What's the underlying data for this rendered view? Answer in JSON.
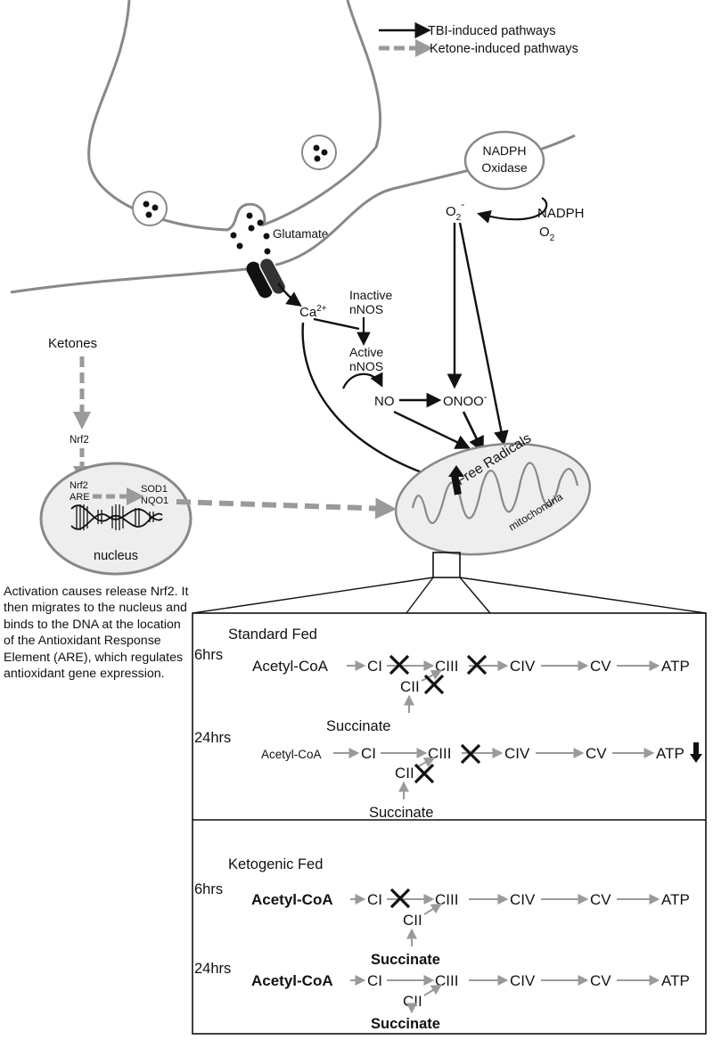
{
  "legend": {
    "tbi": "TBI-induced pathways",
    "ketone": "Ketone-induced pathways"
  },
  "labels": {
    "glutamate": "Glutamate",
    "nadph_oxidase_line1": "NADPH",
    "nadph_oxidase_line2": "Oxidase",
    "o2_minus": "O",
    "o2_minus_sub": "2",
    "o2_minus_sup": "-",
    "nadph": "NADPH",
    "o2": "O",
    "o2_sub": "2",
    "ca": "Ca",
    "ca_sup": "2+",
    "inactive_line1": "Inactive",
    "inactive_line2": "nNOS",
    "active_line1": "Active",
    "active_line2": "nNOS",
    "no": "NO",
    "onoo": "ONOO",
    "onoo_sup": "-",
    "ketones": "Ketones",
    "nrf2": "Nrf2",
    "nrf2_inner": "Nrf2",
    "are": "ARE",
    "sod1": "SOD1",
    "nqo1": "NQO1",
    "nucleus": "nucleus",
    "free_radicals": "Free Radicals",
    "mitochondria": "mitochondria"
  },
  "note": "Activation causes release Nrf2. It then migrates to the nucleus and binds to the DNA at the location of the Antioxidant Response Element (ARE), which regulates antioxidant gene expression.",
  "panels": {
    "standard": {
      "title": "Standard Fed",
      "row6": {
        "time": "6hrs",
        "acetyl": "Acetyl-CoA",
        "ci": "CI",
        "ciii": "CIII",
        "civ": "CIV",
        "cv": "CV",
        "atp": "ATP",
        "cii": "CII",
        "succinate": "Succinate"
      },
      "row24": {
        "time": "24hrs",
        "acetyl": "Acetyl-CoA",
        "ci": "CI",
        "ciii": "CIII",
        "civ": "CIV",
        "cv": "CV",
        "atp": "ATP",
        "cii": "CII",
        "succinate": "Succinate"
      }
    },
    "ketogenic": {
      "title": "Ketogenic Fed",
      "row6": {
        "time": "6hrs",
        "acetyl": "Acetyl-CoA",
        "ci": "CI",
        "ciii": "CIII",
        "civ": "CIV",
        "cv": "CV",
        "atp": "ATP",
        "cii": "CII",
        "succinate": "Succinate"
      },
      "row24": {
        "time": "24hrs",
        "acetyl": "Acetyl-CoA",
        "ci": "CI",
        "ciii": "CIII",
        "civ": "CIV",
        "cv": "CV",
        "atp": "ATP",
        "cii": "CII",
        "succinate": "Succinate"
      }
    }
  },
  "colors": {
    "tbi_arrow": "#111111",
    "ketone_arrow": "#9a9a9a",
    "outline": "#888888",
    "fill": "#eeeeee"
  }
}
